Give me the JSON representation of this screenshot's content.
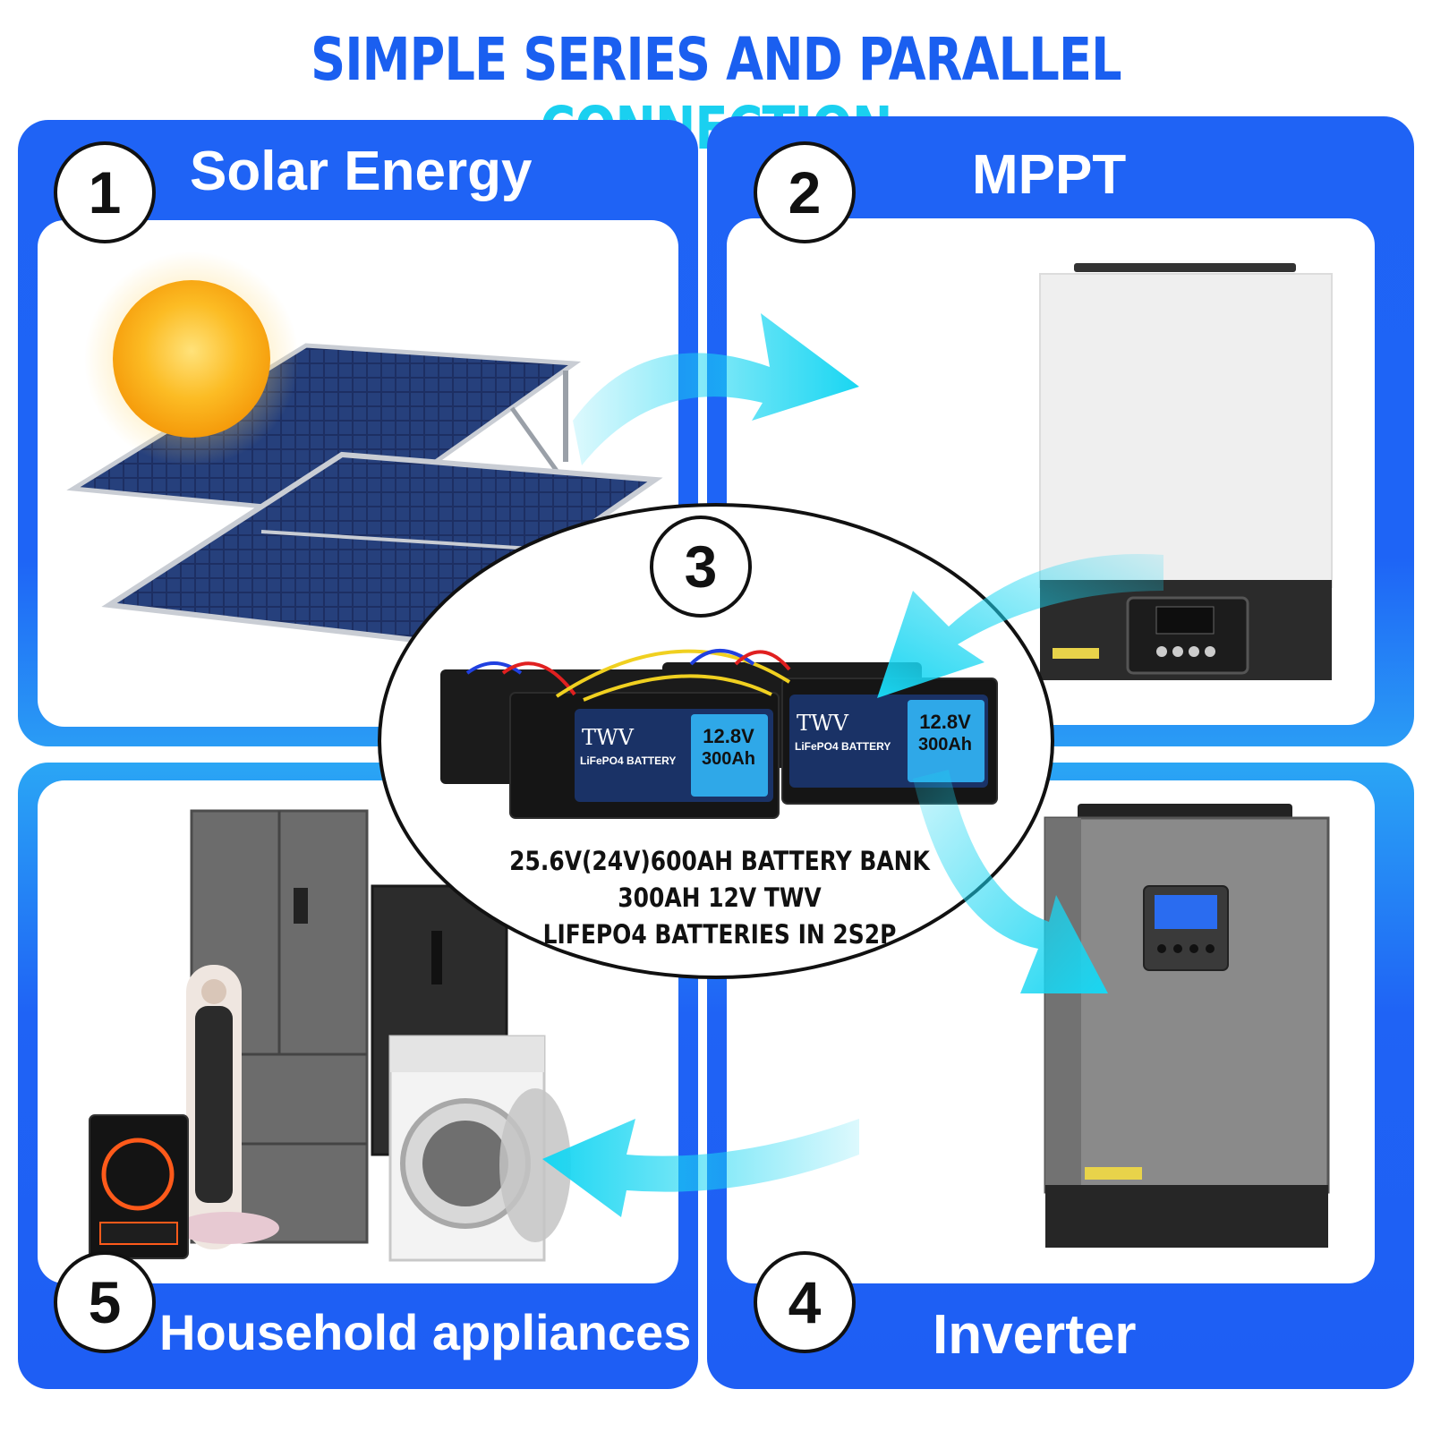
{
  "title": {
    "part1": "SIMPLE SERIES AND PARALLEL",
    "part2": "CONNECTION"
  },
  "steps": [
    {
      "number": "1",
      "label": "Solar Energy"
    },
    {
      "number": "2",
      "label": "MPPT"
    },
    {
      "number": "3"
    },
    {
      "number": "4",
      "label": "Inverter"
    },
    {
      "number": "5",
      "label": "Household appliances"
    }
  ],
  "battery_bank": {
    "line1": "25.6V(24V)600AH BATTERY BANK",
    "line2": "300AH 12V TWV",
    "line3": "LIFEPO4 BATTERIES IN 2S2P"
  },
  "battery_label": {
    "brand": "TWV",
    "type": "LiFePO4 BATTERY",
    "voltage": "12.8V",
    "capacity": "300Ah"
  },
  "colors": {
    "title_blue": "#1a5ff0",
    "title_cyan": "#1ad0f0",
    "panel_blue": "#1f63f5",
    "arrow_cyan": "#19d6f2"
  }
}
